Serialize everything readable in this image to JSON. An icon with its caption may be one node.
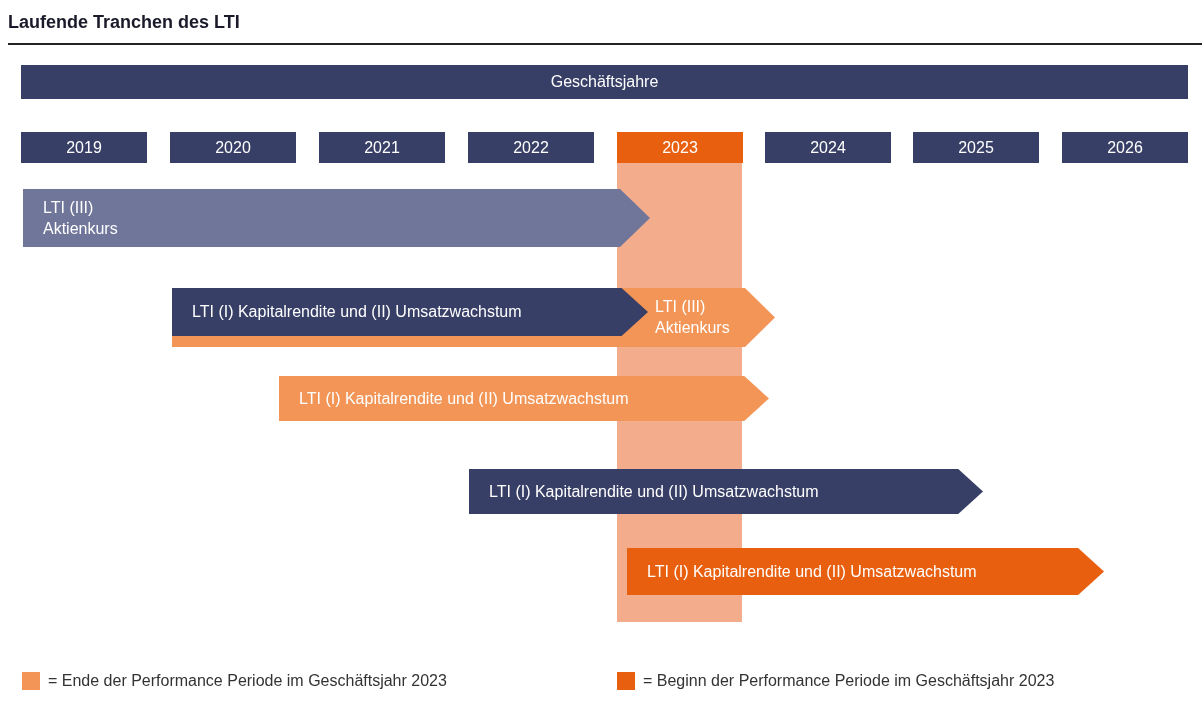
{
  "diagram": {
    "title": "Laufende Tranchen des LTI",
    "nodes": [
      {
        "text": [
          "Geschäftsjahre"
        ]
      },
      {
        "text": [
          "2019"
        ]
      },
      {
        "text": [
          "2020"
        ]
      },
      {
        "text": [
          "2021"
        ]
      },
      {
        "text": [
          "2022"
        ]
      },
      {
        "text": [
          "2023"
        ]
      },
      {
        "text": [
          "2024"
        ]
      },
      {
        "text": [
          "2025"
        ]
      },
      {
        "text": [
          "2026"
        ]
      },
      {
        "text": [
          "LTI (III) Aktienkurs"
        ]
      },
      {
        "text": [
          "LTI (III) Aktienkurs"
        ]
      },
      {
        "text": [
          "LTI (I) Kapitalrendite und (II) Umsatzwachstum"
        ],
        "in": 10
      },
      {
        "text": [
          "LTI (I) Kapitalrendite und (II) Umsatzwachstum"
        ]
      },
      {
        "text": [
          "LTI (I) Kapitalrendite und (II) Umsatzwachstum"
        ]
      },
      {
        "text": [
          "LTI (I) Kapitalrendite und (II) Umsatzwachstum"
        ]
      }
    ],
    "legend": [
      {
        "text": "= Ende der Performance Periode im Geschäftsjahr 2023",
        "color": "#f29556"
      },
      {
        "text": "= Beginn der Performance Periode im Geschäftsjahr 2023",
        "color": "#e8600f"
      }
    ]
  }
}
